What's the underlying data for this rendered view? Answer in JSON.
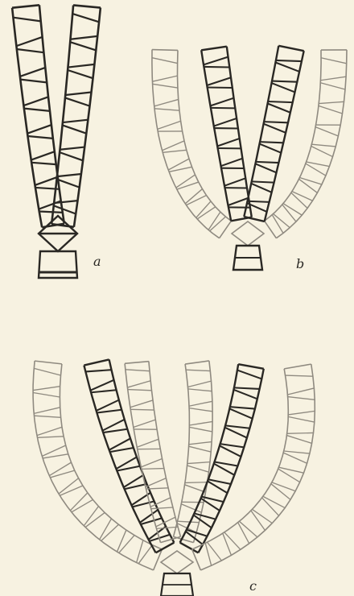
{
  "panels": [
    {
      "id": "a",
      "label": "a"
    },
    {
      "id": "b",
      "label": "b"
    },
    {
      "id": "c",
      "label": "c"
    }
  ],
  "colors": {
    "background": "#f7f2e1",
    "dark_ink": "#2a2824",
    "light_ink": "#8f8a80"
  }
}
